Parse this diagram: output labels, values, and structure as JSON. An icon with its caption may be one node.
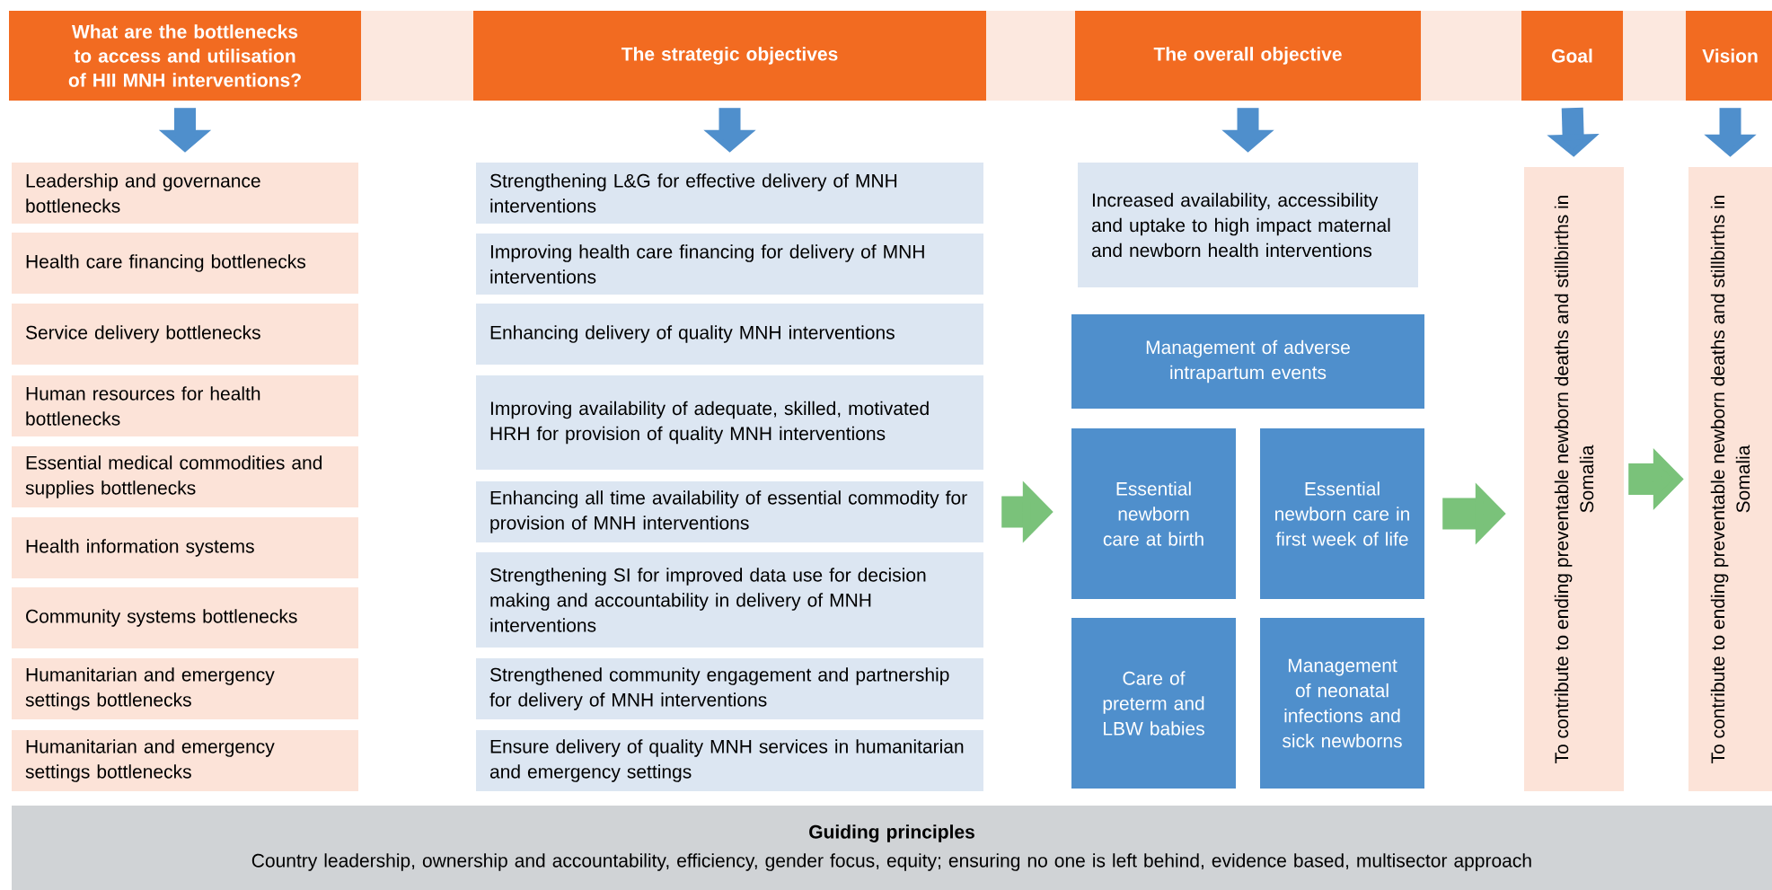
{
  "diagram": {
    "nodes": [
      {
        "text": [
          "What are the bottlenecks to access and utilisation of HII MNH interventions?"
        ]
      },
      {
        "text": [
          "The strategic objectives"
        ]
      },
      {
        "text": [
          "The overall objective"
        ]
      },
      {
        "text": [
          "Goal"
        ]
      },
      {
        "text": [
          "Vision"
        ]
      },
      {
        "text": [
          "Leadership and governance bottlenecks"
        ]
      },
      {
        "text": [
          "Health care financing bottlenecks"
        ]
      },
      {
        "text": [
          "Service delivery bottlenecks"
        ]
      },
      {
        "text": [
          "Human resources for health bottlenecks"
        ]
      },
      {
        "text": [
          "Essential medical commodities and supplies bottlenecks"
        ]
      },
      {
        "text": [
          "Health information systems"
        ]
      },
      {
        "text": [
          "Community systems bottlenecks"
        ]
      },
      {
        "text": [
          "Humanitarian and emergency settings bottlenecks"
        ]
      },
      {
        "text": [
          "Humanitarian and emergency settings bottlenecks"
        ]
      },
      {
        "text": [
          "Strengthening L&G for effective delivery of MNH interventions"
        ]
      },
      {
        "text": [
          "Improving health care financing for delivery of MNH interventions"
        ]
      },
      {
        "text": [
          "Enhancing delivery of quality MNH interventions"
        ]
      },
      {
        "text": [
          "Improving availability of adequate, skilled, motivated HRH for provision of quality MNH interventions"
        ]
      },
      {
        "text": [
          "Enhancing all time availability of essential commodity for provision of MNH interventions"
        ]
      },
      {
        "text": [
          "Strengthening SI for improved data use for decision making and accountability in delivery of MNH interventions"
        ]
      },
      {
        "text": [
          "Strengthened community engagement and partnership for delivery of MNH interventions"
        ]
      },
      {
        "text": [
          "Ensure delivery of quality MNH services in humanitarian and emergency settings"
        ]
      },
      {
        "text": [
          "Increased availability, accessibility and uptake to high impact maternal and newborn health interventions"
        ]
      },
      {
        "text": [
          "Management of adverse intrapartum events"
        ]
      },
      {
        "text": [
          "Essential newborn care at birth"
        ]
      },
      {
        "text": [
          "Essential newborn care in first week of life"
        ]
      },
      {
        "text": [
          "Care of preterm and LBW babies"
        ]
      },
      {
        "text": [
          "Management of neonatal infections and sick newborns"
        ]
      },
      {
        "text": [
          "To contribute to ending preventable newborn deaths and stillbirths in Somalia"
        ]
      },
      {
        "text": [
          "To contribute to ending preventable newborn deaths and stillbirths in Somalia"
        ]
      },
      {
        "text": [
          "Guiding principles",
          "Country leadership, ownership and accountability, efficiency, gender focus, equity; ensuring no one is left behind, evidence based, multisector approach"
        ]
      }
    ],
    "edges": [
      {
        "from": 0,
        "to": 5,
        "arrow": "to"
      },
      {
        "from": 1,
        "to": 14,
        "arrow": "to"
      },
      {
        "from": 2,
        "to": 22,
        "arrow": "to"
      },
      {
        "from": 3,
        "to": 28,
        "arrow": "to"
      },
      {
        "from": 4,
        "to": 29,
        "arrow": "to"
      },
      {
        "from": 18,
        "to": 24,
        "arrow": "to",
        "color": "#7ac27a"
      },
      {
        "from": 25,
        "to": 28,
        "arrow": "to",
        "color": "#7ac27a"
      },
      {
        "from": 28,
        "to": 29,
        "arrow": "to",
        "color": "#7ac27a"
      }
    ]
  }
}
